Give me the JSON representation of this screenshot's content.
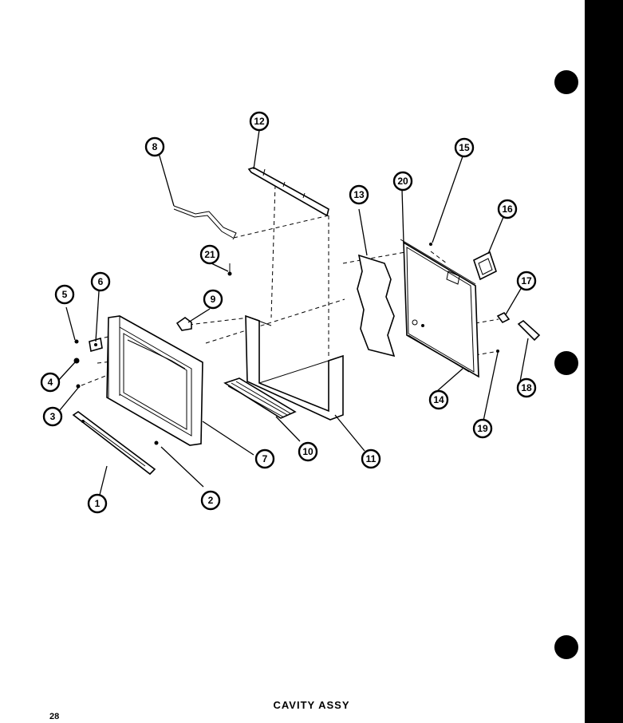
{
  "caption": "CAVITY ASSY",
  "page_number": "28",
  "callouts": [
    "1",
    "2",
    "3",
    "4",
    "5",
    "6",
    "7",
    "8",
    "9",
    "10",
    "11",
    "12",
    "13",
    "14",
    "15",
    "16",
    "17",
    "18",
    "19",
    "20",
    "21"
  ],
  "colors": {
    "ink": "#000000",
    "paper": "#ffffff"
  }
}
